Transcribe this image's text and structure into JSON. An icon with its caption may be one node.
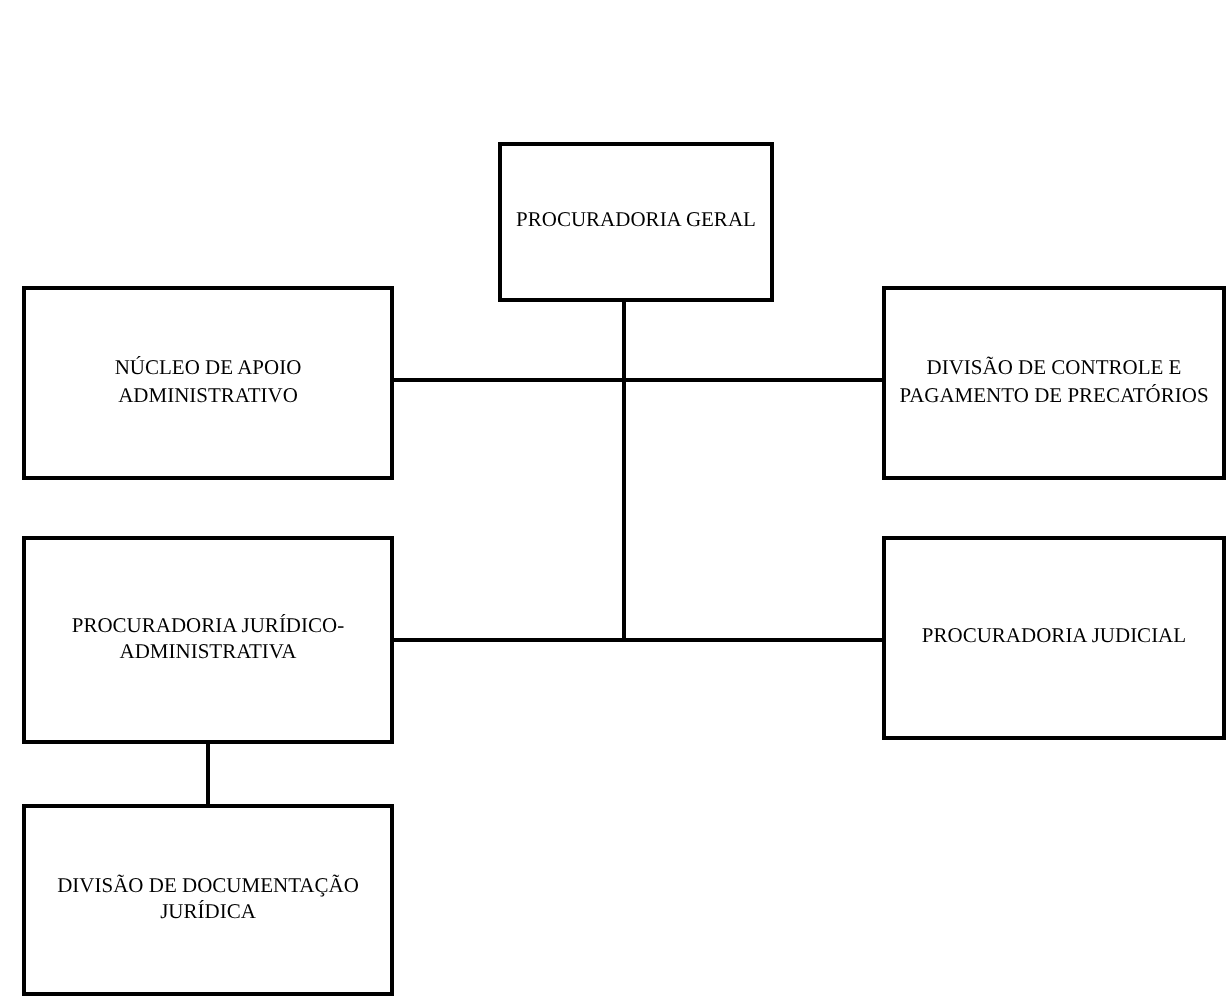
{
  "diagram": {
    "nodes": [
      {
        "text": [
          "PROCURADORIA GERAL"
        ]
      },
      {
        "text": [
          "NÚCLEO DE APOIO ADMINISTRATIVO"
        ]
      },
      {
        "text": [
          "DIVISÃO DE CONTROLE E PAGAMENTO DE PRECATÓRIOS"
        ]
      },
      {
        "text": [
          "PROCURADORIA JURÍDICO-ADMINISTRATIVA"
        ]
      },
      {
        "text": [
          "PROCURADORIA JUDICIAL"
        ]
      },
      {
        "text": [
          "DIVISÃO DE DOCUMENTAÇÃO JURÍDICA"
        ]
      }
    ],
    "edges": [
      {
        "from": 0,
        "to": 1,
        "arrow": "none"
      },
      {
        "from": 0,
        "to": 2,
        "arrow": "none"
      },
      {
        "from": 0,
        "to": 3,
        "arrow": "none"
      },
      {
        "from": 0,
        "to": 4,
        "arrow": "none"
      },
      {
        "from": 3,
        "to": 5,
        "arrow": "none"
      }
    ]
  }
}
